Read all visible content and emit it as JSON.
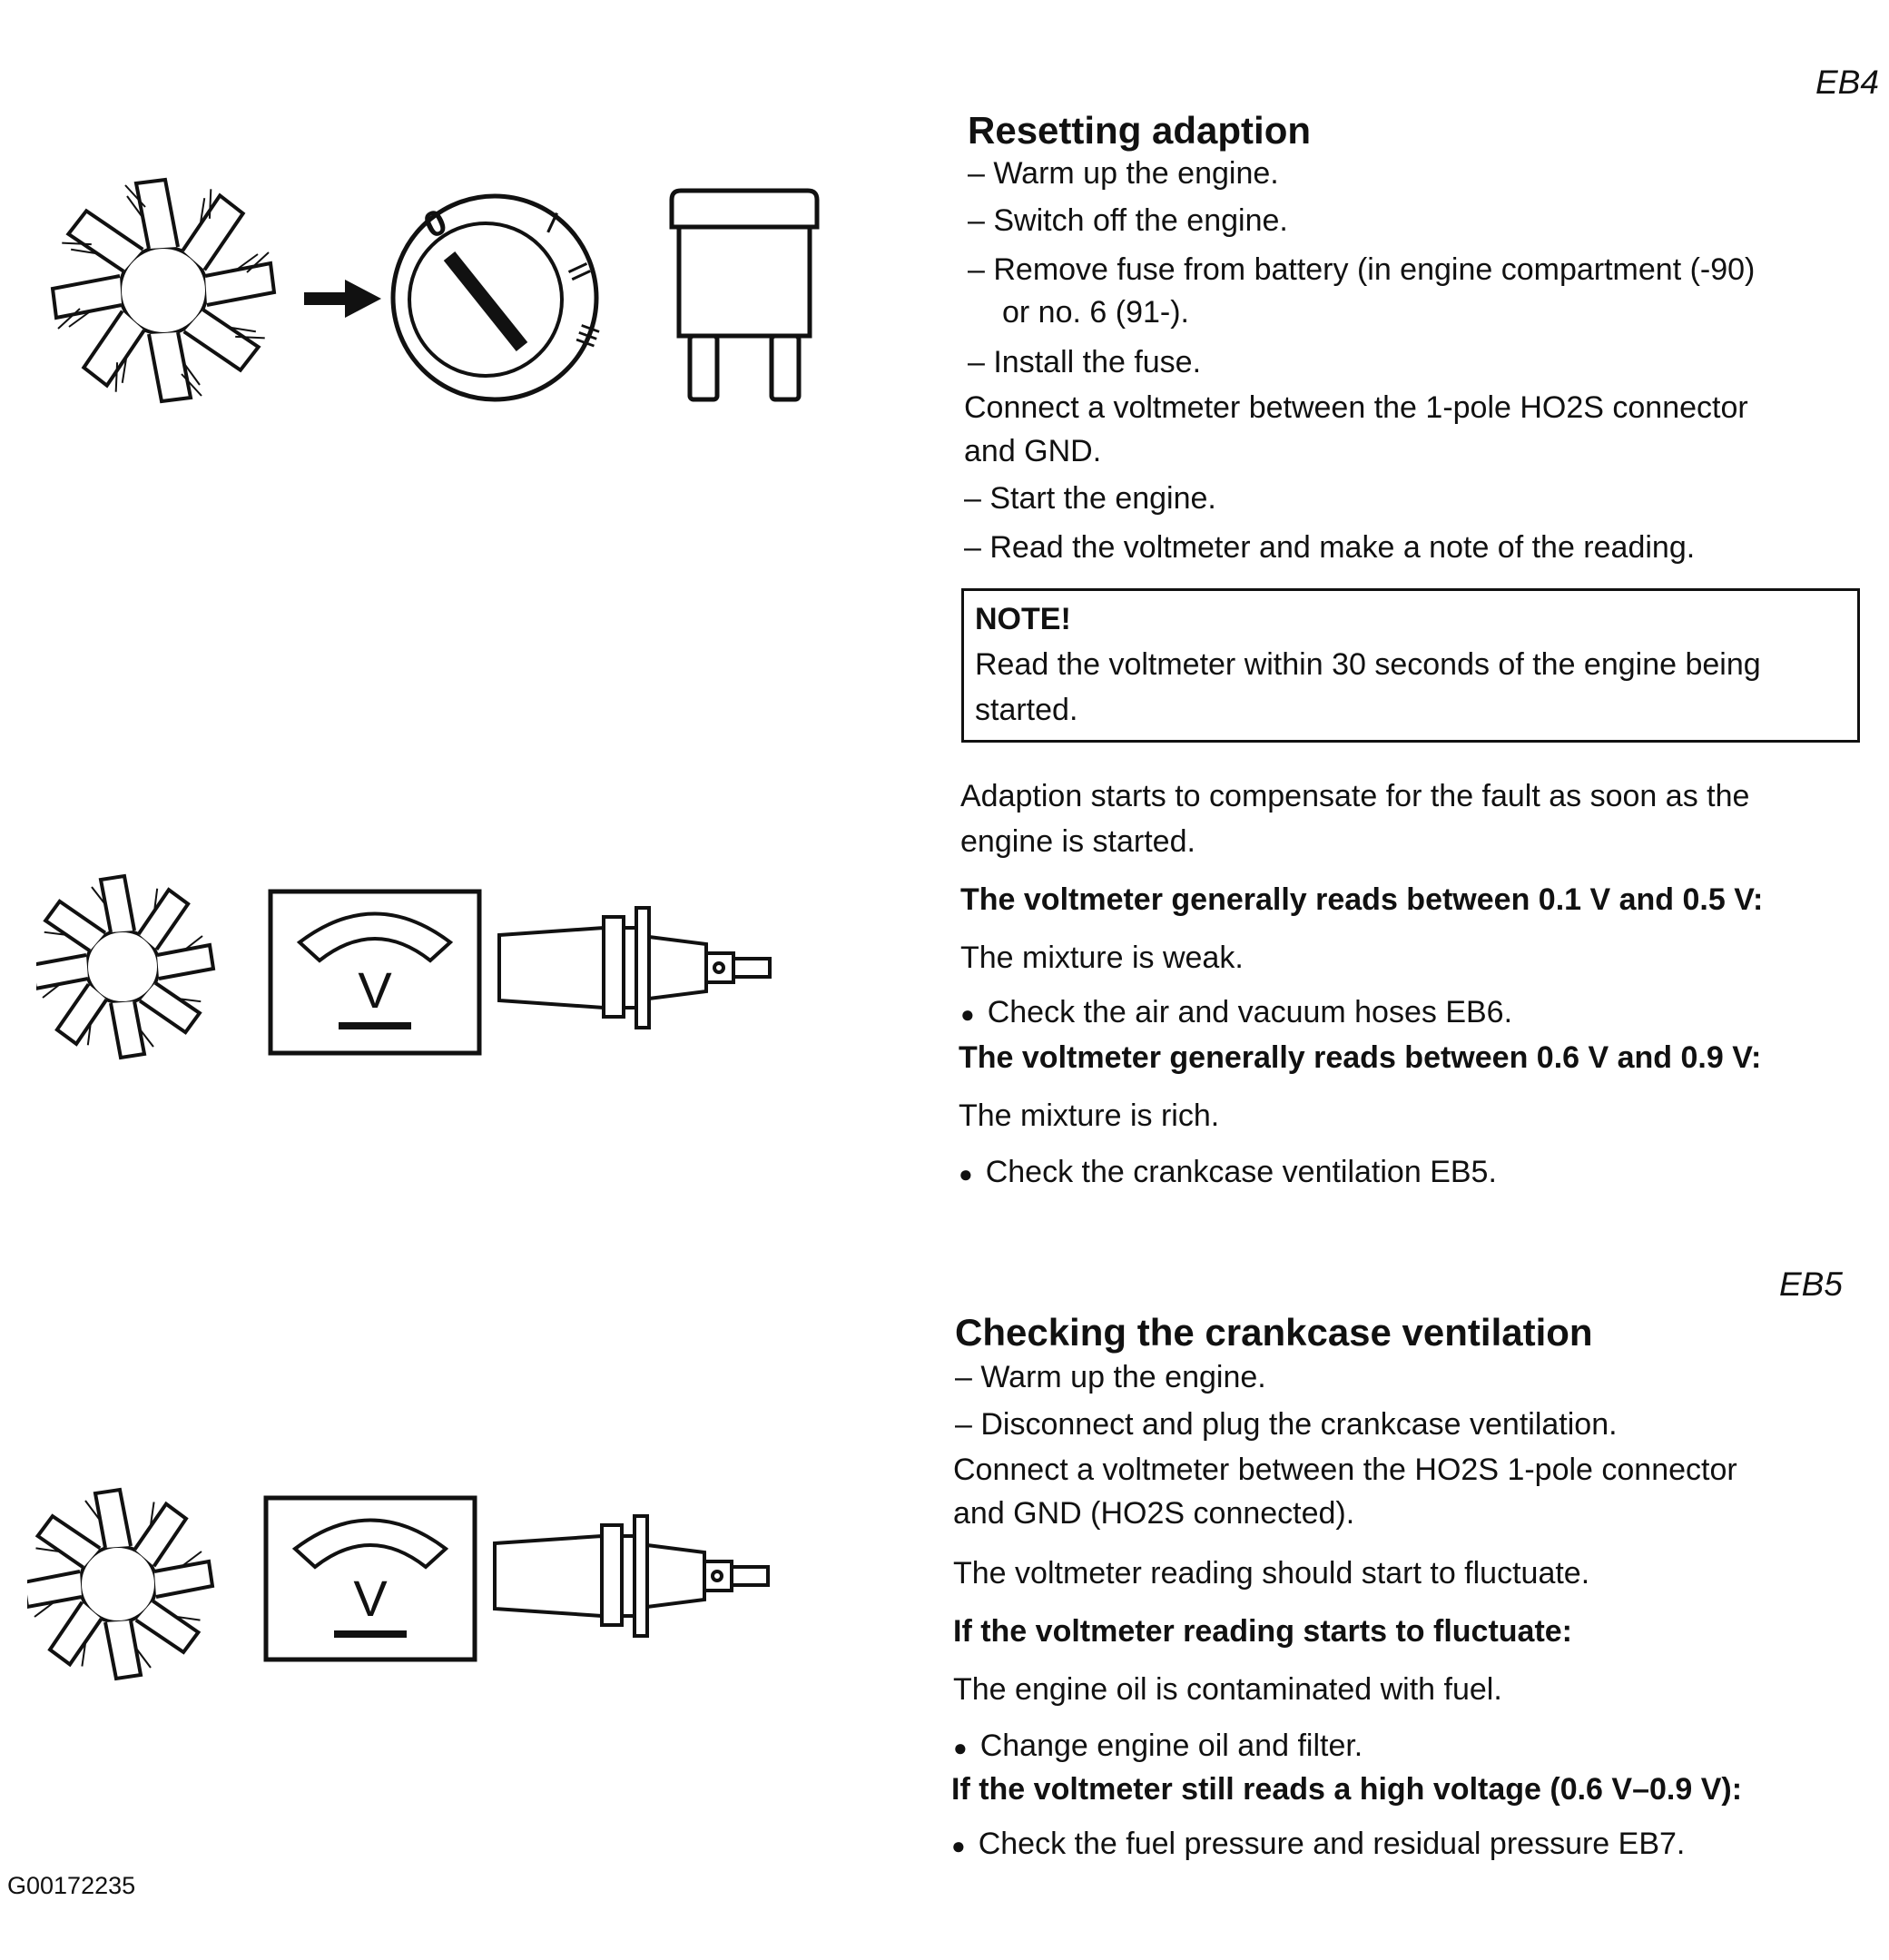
{
  "eb4": {
    "code": "EB4",
    "heading": "Resetting adaption",
    "step1": "– Warm up the engine.",
    "step2": "– Switch off the engine.",
    "step3a": "– Remove fuse from battery (in engine compartment (-90)",
    "step3b": "or no. 6 (91-).",
    "step4": "– Install the fuse.",
    "connect_a": "Connect a voltmeter between the 1-pole HO2S connector",
    "connect_b": "and GND.",
    "step5": "– Start the engine.",
    "step6": "– Read the voltmeter and make a note of the reading.",
    "note": {
      "title": "NOTE!",
      "line1": "Read the voltmeter within 30 seconds of the engine being",
      "line2": "started."
    },
    "adaption_a": "Adaption starts to compensate for the fault as soon as the",
    "adaption_b": "engine is started.",
    "case1_heading": "The voltmeter generally reads between 0.1 V and 0.5 V:",
    "case1_text": "The mixture is weak.",
    "case1_bullet": "Check the air and vacuum hoses EB6.",
    "case2_heading": "The voltmeter generally reads between 0.6 V and 0.9 V:",
    "case2_text": "The mixture is rich.",
    "case2_bullet": "Check the crankcase ventilation EB5."
  },
  "eb5": {
    "code": "EB5",
    "heading": "Checking the crankcase ventilation",
    "step1": "– Warm up the engine.",
    "step2": "– Disconnect and plug the crankcase ventilation.",
    "connect_a": "Connect a voltmeter between the HO2S 1-pole connector",
    "connect_b": "and GND (HO2S connected).",
    "fluctuate": "The voltmeter reading should start to fluctuate.",
    "case1_heading": "If the voltmeter reading starts to fluctuate:",
    "case1_text": "The engine oil is contaminated with fuel.",
    "case1_bullet": "Change engine oil and filter.",
    "case2_heading": "If the voltmeter still reads a high voltage (0.6 V–0.9 V):",
    "case2_bullet": "Check the fuel pressure and residual pressure EB7."
  },
  "figures": {
    "meter_label": "V",
    "ignition_positions": [
      "0",
      "I",
      "II",
      "III"
    ]
  },
  "figure_code": "G00172235",
  "bullet_glyph": "●"
}
